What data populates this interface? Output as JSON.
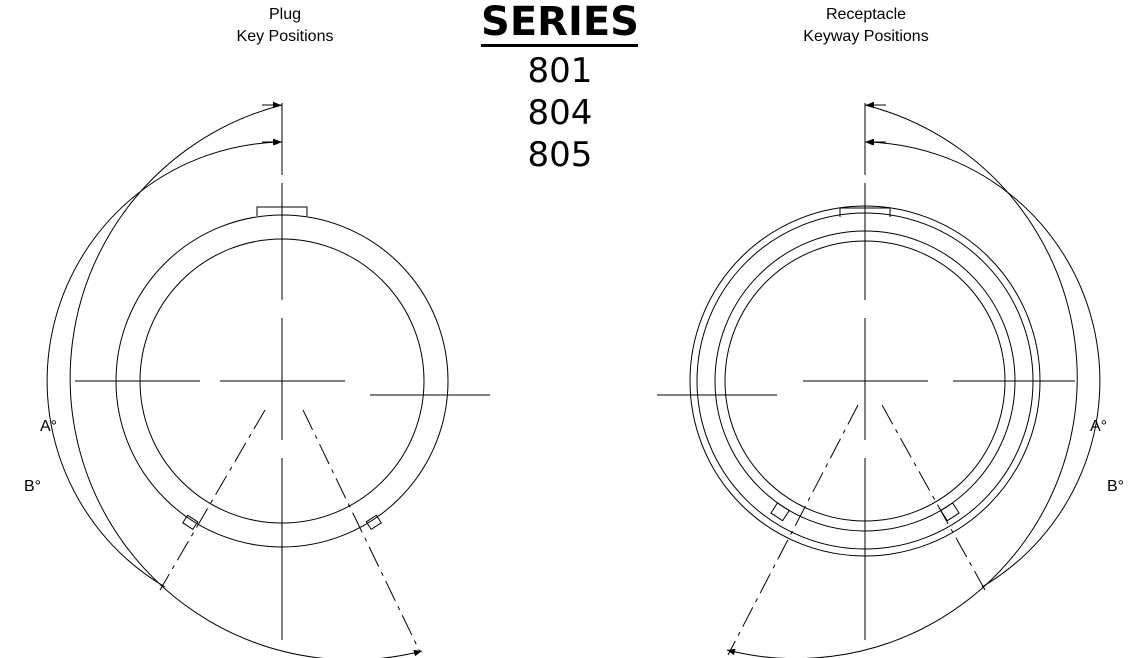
{
  "plug": {
    "title_line1": "Plug",
    "title_line2": "Key Positions",
    "angle_a_label": "A°",
    "angle_b_label": "B°"
  },
  "series": {
    "heading": "SERIES",
    "numbers": [
      "801",
      "804",
      "805"
    ]
  },
  "receptacle": {
    "title_line1": "Receptacle",
    "title_line2": "Keyway Positions",
    "angle_a_label": "A°",
    "angle_b_label": "B°"
  },
  "line_color": "#000000",
  "background_color": "#ffffff"
}
